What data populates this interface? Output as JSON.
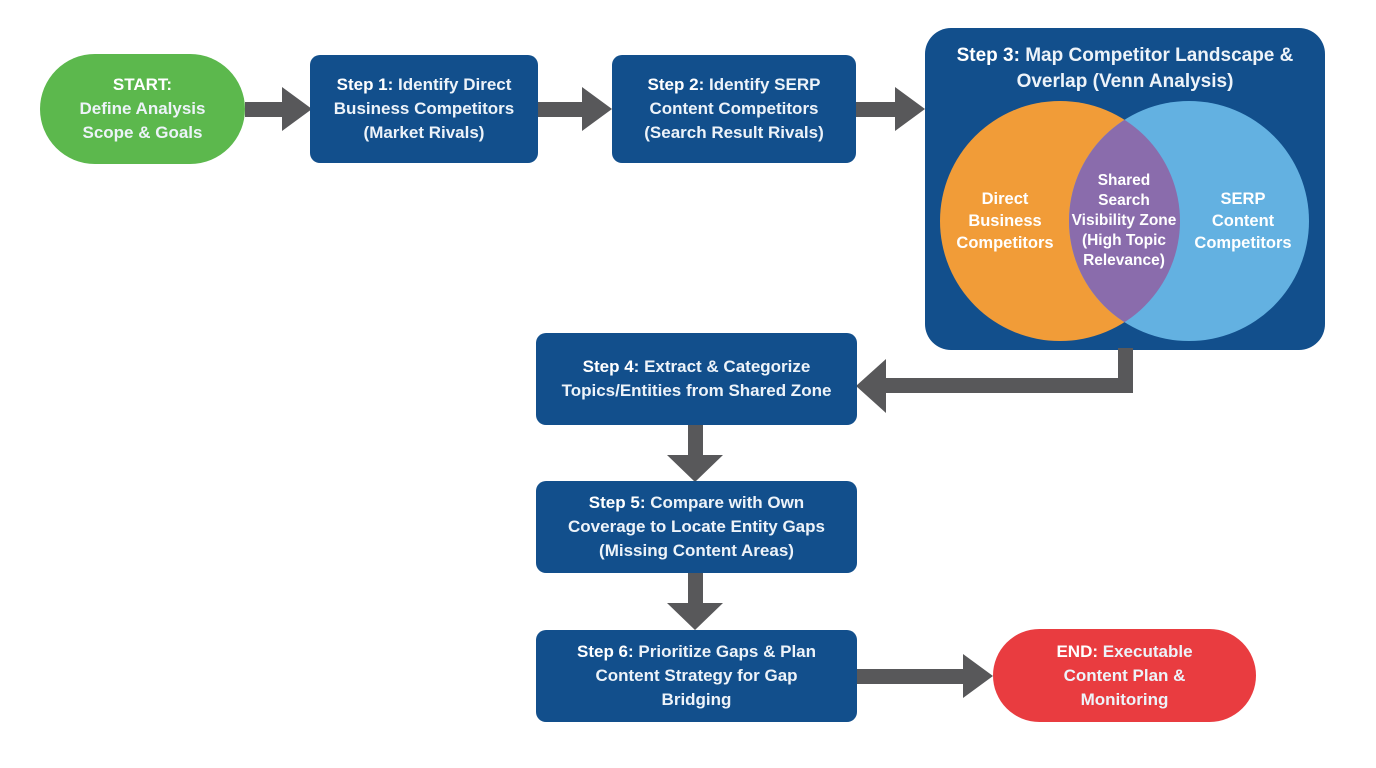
{
  "diagram_type": "flowchart",
  "colors": {
    "start_fill": "#5CB84D",
    "step_fill": "#124F8C",
    "end_fill": "#E93C40",
    "arrow": "#58585A",
    "venn_left": "#F19C38",
    "venn_right": "#63B1E1",
    "venn_overlap": "#8A6CAC",
    "text_light": "#EDF3F9",
    "text_white": "#FFFFFF"
  },
  "nodes": {
    "start": {
      "prefix": "START:",
      "text": "Define Analysis\nScope & Goals"
    },
    "step1": {
      "prefix": "Step 1:",
      "text": "Identify Direct\nBusiness Competitors\n(Market Rivals)"
    },
    "step2": {
      "prefix": "Step 2:",
      "text": "Identify SERP\nContent Competitors\n(Search Result Rivals)"
    },
    "step3": {
      "prefix": "Step 3:",
      "text": "Map Competitor Landscape &\nOverlap (Venn Analysis)"
    },
    "step4": {
      "prefix": "Step 4:",
      "text": "Extract & Categorize\nTopics/Entities from Shared Zone"
    },
    "step5": {
      "prefix": "Step 5:",
      "text": "Compare with Own\nCoverage to Locate Entity Gaps\n(Missing Content Areas)"
    },
    "step6": {
      "prefix": "Step 6:",
      "text": "Prioritize Gaps & Plan\nContent Strategy for Gap\nBridging"
    },
    "end": {
      "prefix": "END:",
      "text": "Executable\nContent Plan &\nMonitoring"
    }
  },
  "venn": {
    "left_label": "Direct\nBusiness\nCompetitors",
    "overlap_label": "Shared\nSearch\nVisibility Zone\n(High Topic\nRelevance)",
    "right_label": "SERP\nContent\nCompetitors"
  }
}
